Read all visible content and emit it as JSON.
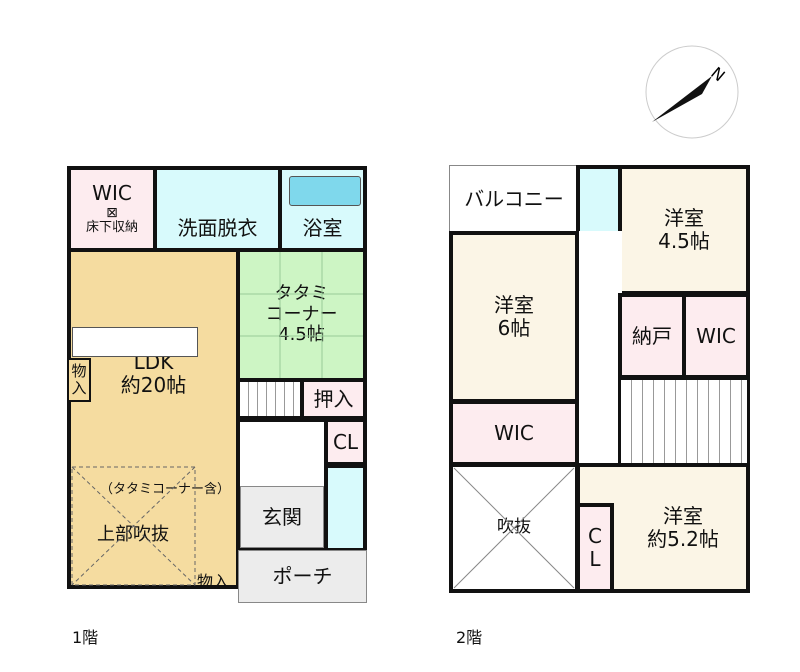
{
  "floor1": {
    "label": "1階",
    "rooms": {
      "wic": "WIC",
      "wic_sub": "床下収納",
      "senmen": "洗面脱衣",
      "yokushitsu": "浴室",
      "tatami": "タタミ\nコーナー\n4.5帖",
      "ldk": "LDK\n約20帖",
      "ldk_note": "（タタミコーナー含）",
      "fukinuke": "上部吹抜",
      "oshiire": "押入",
      "cl": "CL",
      "genkan": "玄関",
      "porch": "ポーチ",
      "mono1": "物\n入",
      "mono2": "物入"
    }
  },
  "floor2": {
    "label": "2階",
    "rooms": {
      "balcony": "バルコニー",
      "yoshitsu45": "洋室\n4.5帖",
      "yoshitsu6": "洋室\n6帖",
      "nando": "納戸",
      "wic1": "WIC",
      "wic2": "WIC",
      "fukinuke": "吹抜",
      "cl": "C\nL",
      "yoshitsu52": "洋室\n約5.2帖"
    }
  },
  "compass": {
    "label": "N"
  },
  "colors": {
    "pink": "#fdecef",
    "cyan": "#d8fafc",
    "tan": "#f5dca0",
    "green": "#cdf5c4",
    "cream": "#fbf5e6"
  }
}
